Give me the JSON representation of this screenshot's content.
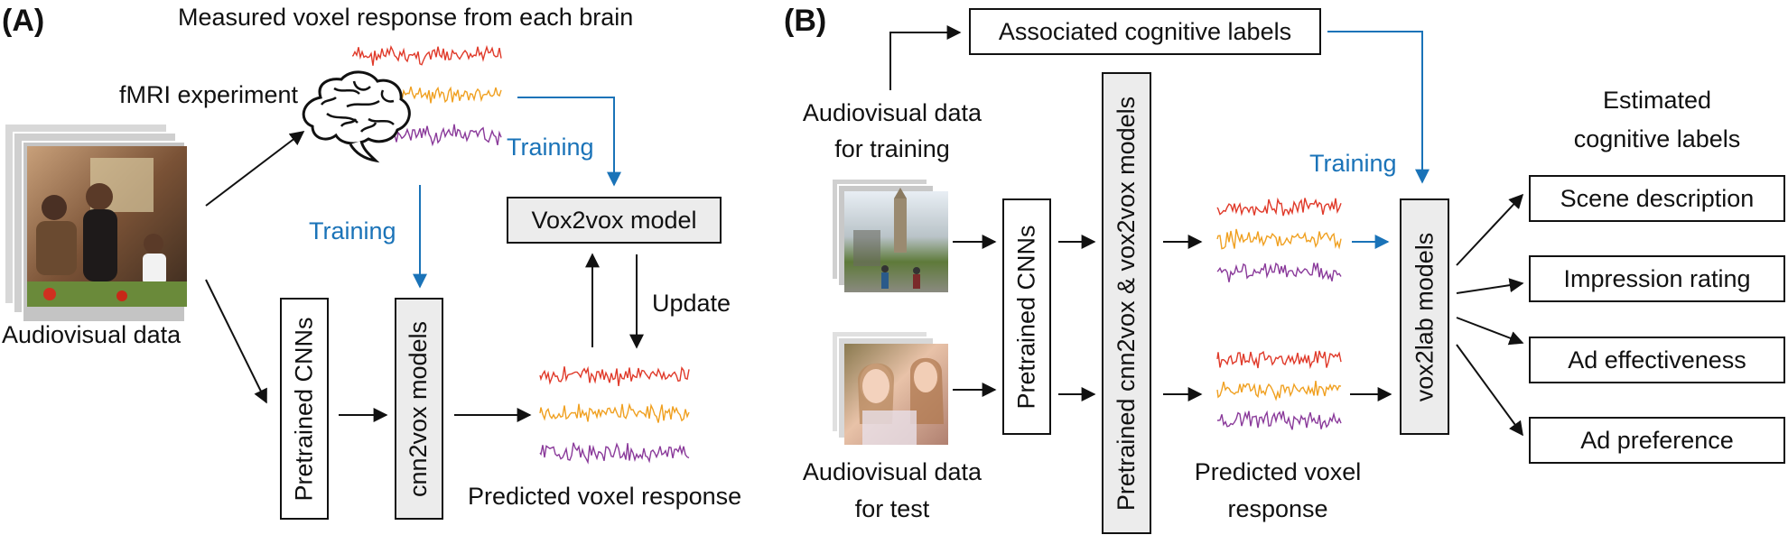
{
  "panel_a": {
    "label": "(A)",
    "title": "Measured voxel response from each brain",
    "fmri": "fMRI experiment",
    "training_top": "Training",
    "training_left": "Training",
    "vox2vox": "Vox2vox model",
    "update": "Update",
    "audiovisual": "Audiovisual data",
    "pretrained_cnns": "Pretrained CNNs",
    "cnn2vox": "cnn2vox models",
    "predicted": "Predicted voxel response"
  },
  "panel_b": {
    "label": "(B)",
    "associated": "Associated cognitive labels",
    "training_data_l1": "Audiovisual data",
    "training_data_l2": "for training",
    "test_data_l1": "Audiovisual data",
    "test_data_l2": "for test",
    "pretrained_cnns": "Pretrained CNNs",
    "pretrained_combo": "Pretrained cnn2vox & vox2vox models",
    "training": "Training",
    "vox2lab": "vox2lab models",
    "predicted_l1": "Predicted voxel",
    "predicted_l2": "response",
    "estimated_l1": "Estimated",
    "estimated_l2": "cognitive labels",
    "outputs": [
      "Scene description",
      "Impression rating",
      "Ad effectiveness",
      "Ad preference"
    ]
  },
  "colors": {
    "red": "#e03a2a",
    "orange": "#f0a020",
    "purple": "#8a3a9a",
    "blue": "#1a73b8"
  },
  "icons": [
    "brain-icon",
    "kitchen-photo",
    "city-photo",
    "girls-photo"
  ]
}
